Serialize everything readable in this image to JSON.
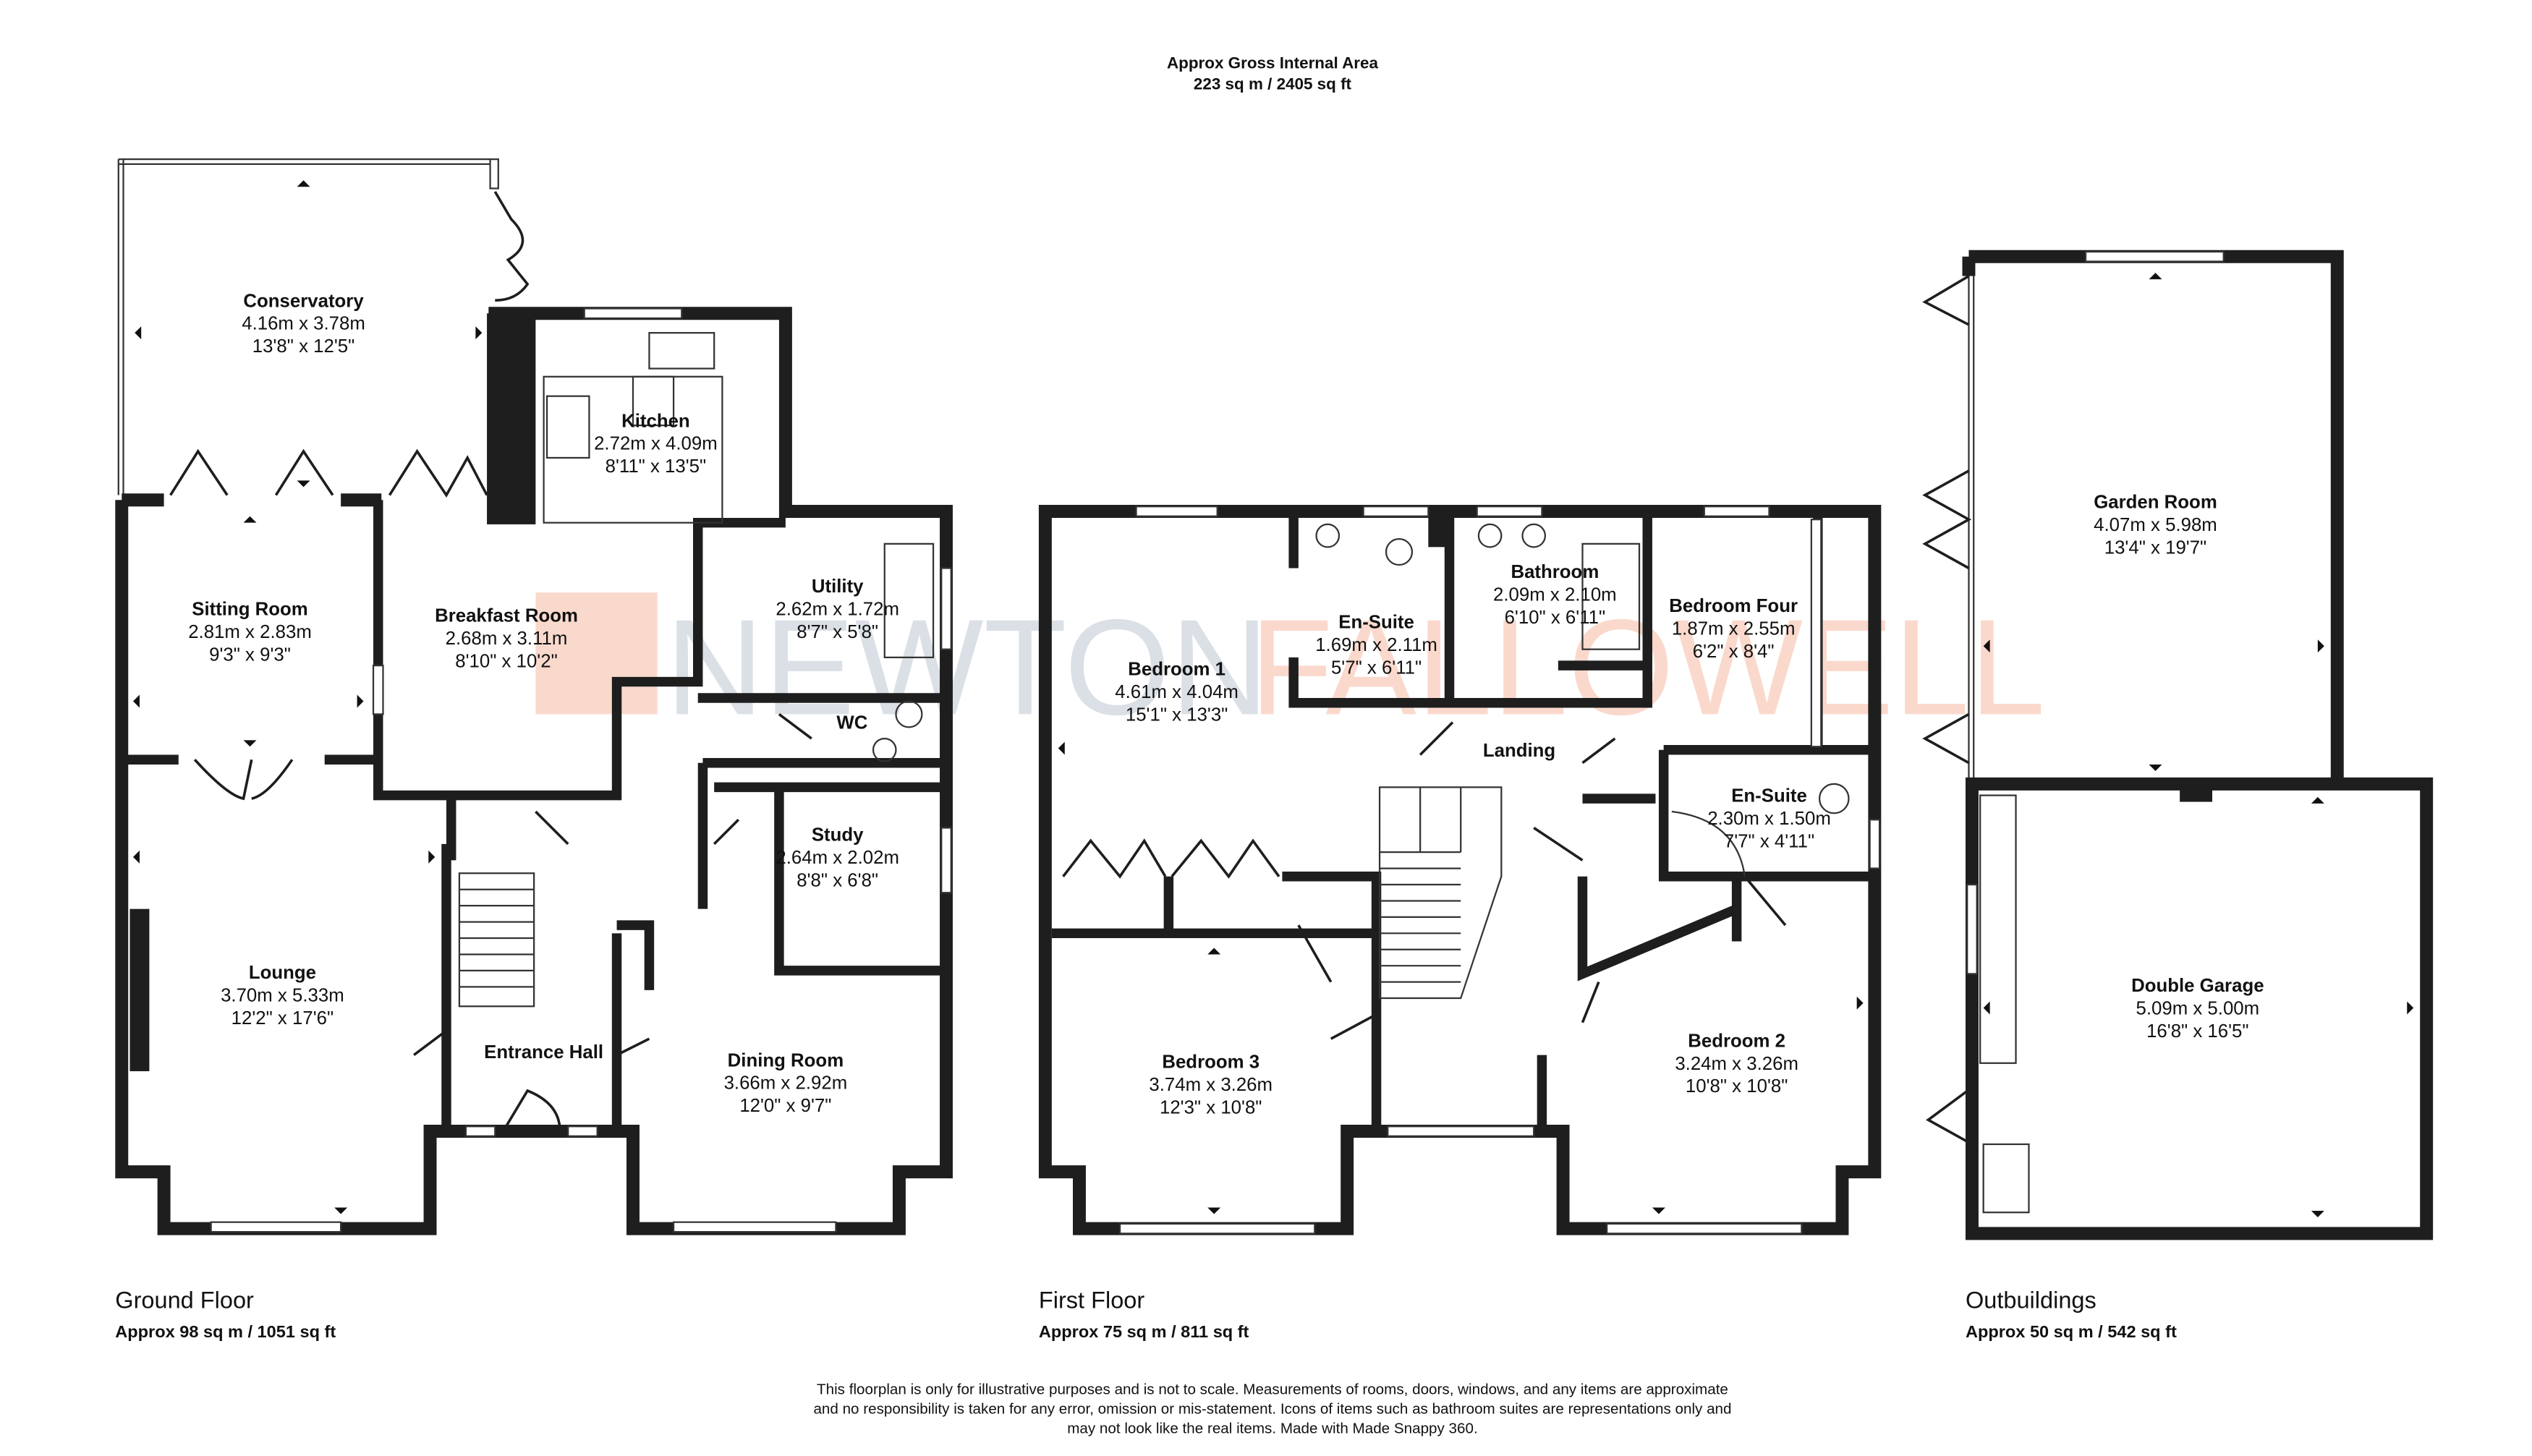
{
  "header": {
    "line1": "Approx Gross Internal Area",
    "line2": "223 sq m / 2405 sq ft"
  },
  "watermark": {
    "part1": "NEWTON",
    "part2": "FALLOWELL",
    "color1": "#9aa7b8",
    "color2": "#f3a182"
  },
  "floors": [
    {
      "title": "Ground Floor",
      "area": "Approx 98 sq m / 1051 sq ft",
      "rooms": [
        {
          "name": "Conservatory",
          "metric": "4.16m x 3.78m",
          "imperial": "13'8\" x 12'5\""
        },
        {
          "name": "Kitchen",
          "metric": "2.72m x 4.09m",
          "imperial": "8'11\" x 13'5\""
        },
        {
          "name": "Sitting Room",
          "metric": "2.81m x 2.83m",
          "imperial": "9'3\" x 9'3\""
        },
        {
          "name": "Breakfast Room",
          "metric": "2.68m x 3.11m",
          "imperial": "8'10\" x 10'2\""
        },
        {
          "name": "Utility",
          "metric": "2.62m x 1.72m",
          "imperial": "8'7\" x 5'8\""
        },
        {
          "name": "WC"
        },
        {
          "name": "Study",
          "metric": "2.64m x 2.02m",
          "imperial": "8'8\" x 6'8\""
        },
        {
          "name": "Lounge",
          "metric": "3.70m x 5.33m",
          "imperial": "12'2\" x 17'6\""
        },
        {
          "name": "Entrance Hall"
        },
        {
          "name": "Dining Room",
          "metric": "3.66m x 2.92m",
          "imperial": "12'0\" x 9'7\""
        }
      ]
    },
    {
      "title": "First Floor",
      "area": "Approx 75 sq m / 811 sq ft",
      "rooms": [
        {
          "name": "Bedroom 1",
          "metric": "4.61m x 4.04m",
          "imperial": "15'1\" x 13'3\""
        },
        {
          "name": "En-Suite",
          "metric": "1.69m x 2.11m",
          "imperial": "5'7\" x 6'11\""
        },
        {
          "name": "Bathroom",
          "metric": "2.09m x 2.10m",
          "imperial": "6'10\" x 6'11\""
        },
        {
          "name": "Bedroom Four",
          "metric": "1.87m x 2.55m",
          "imperial": "6'2\" x 8'4\""
        },
        {
          "name": "Landing"
        },
        {
          "name": "En-Suite",
          "metric": "2.30m x 1.50m",
          "imperial": "7'7\" x 4'11\""
        },
        {
          "name": "Bedroom 3",
          "metric": "3.74m x 3.26m",
          "imperial": "12'3\" x 10'8\""
        },
        {
          "name": "Bedroom 2",
          "metric": "3.24m x 3.26m",
          "imperial": "10'8\" x 10'8\""
        }
      ]
    },
    {
      "title": "Outbuildings",
      "area": "Approx 50 sq m / 542 sq ft",
      "rooms": [
        {
          "name": "Garden Room",
          "metric": "4.07m x 5.98m",
          "imperial": "13'4\" x 19'7\""
        },
        {
          "name": "Double Garage",
          "metric": "5.09m x 5.00m",
          "imperial": "16'8\" x 16'5\""
        }
      ]
    }
  ],
  "disclaimer": {
    "line1": "This floorplan is only for illustrative purposes and is not to scale. Measurements of rooms, doors, windows, and any items are approximate",
    "line2": "and no responsibility is taken for any error, omission or mis-statement. Icons of items such as bathroom suites are representations only and",
    "line3": "may not look like the real items. Made with Made Snappy 360."
  }
}
